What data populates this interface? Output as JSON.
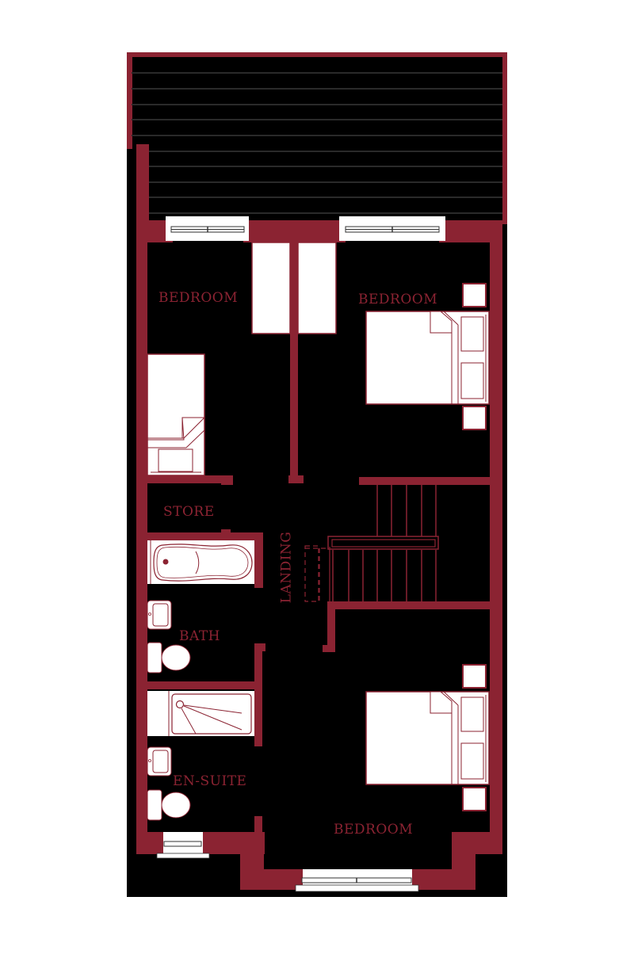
{
  "plan": {
    "colors": {
      "background": "#000000",
      "wall": "#8b2332",
      "fixture_fill": "#ffffff",
      "deck_lines": "#2a2a2a",
      "page": "#ffffff"
    },
    "rooms": [
      {
        "id": "bedroom-1",
        "label": "BEDROOM"
      },
      {
        "id": "bedroom-2",
        "label": "BEDROOM"
      },
      {
        "id": "store",
        "label": "STORE"
      },
      {
        "id": "landing",
        "label": "LANDING"
      },
      {
        "id": "bath",
        "label": "BATH"
      },
      {
        "id": "en-suite",
        "label": "EN-SUITE"
      },
      {
        "id": "bedroom-3",
        "label": "BEDROOM"
      }
    ],
    "features": [
      "roof-terrace-decking",
      "stairs",
      "double-bed",
      "double-bed",
      "single-bed",
      "wardrobe",
      "bathtub",
      "shower-tray",
      "washbasin",
      "washbasin",
      "toilet",
      "toilet",
      "bedside-table",
      "bedside-table",
      "bedside-table",
      "bedside-table"
    ]
  }
}
